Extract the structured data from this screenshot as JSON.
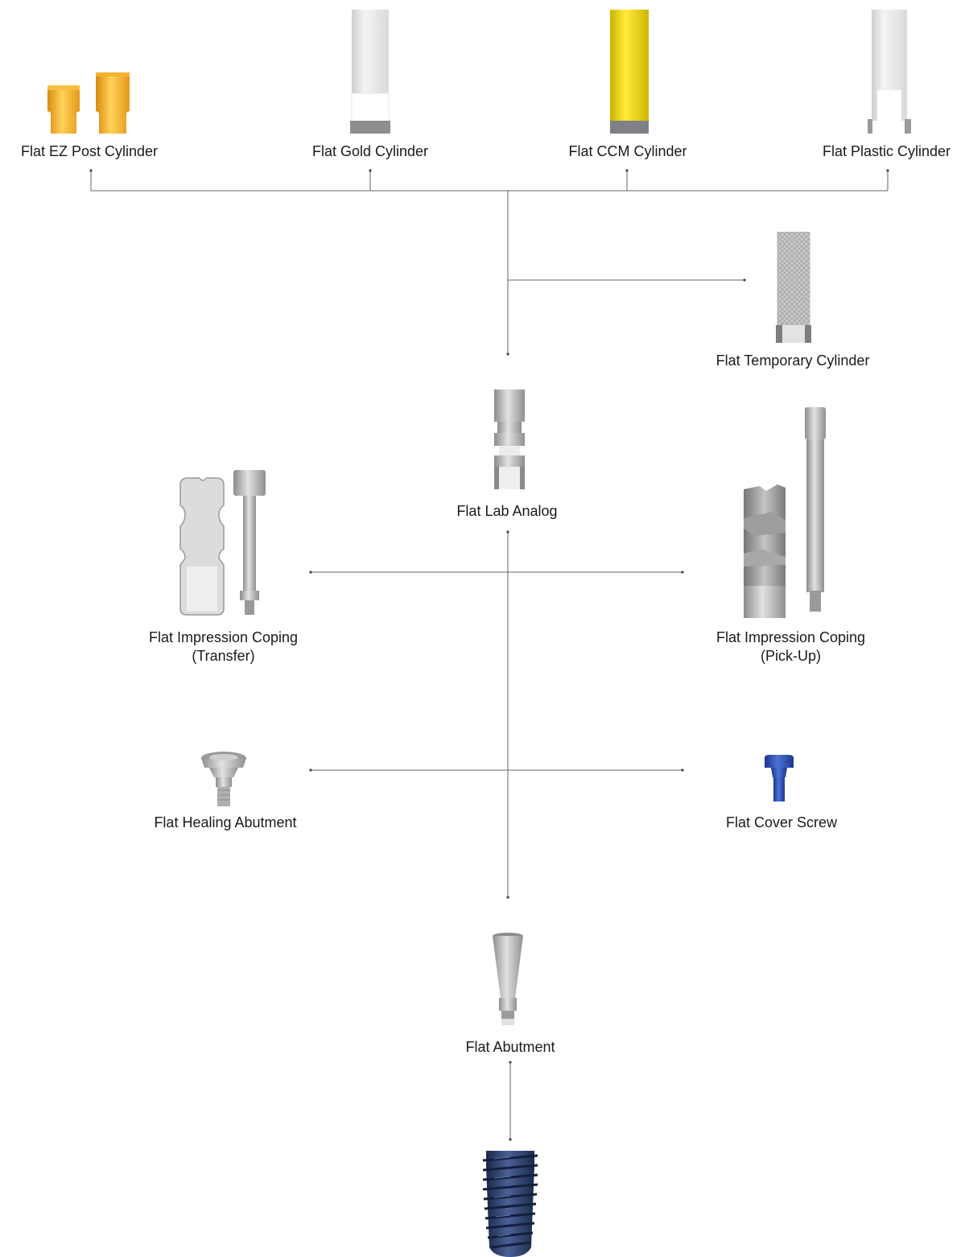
{
  "labels": {
    "ez_post_cylinder": "Flat EZ Post Cylinder",
    "gold_cylinder": "Flat Gold Cylinder",
    "ccm_cylinder": "Flat CCM Cylinder",
    "plastic_cylinder": "Flat Plastic Cylinder",
    "temporary_cylinder": "Flat Temporary Cylinder",
    "lab_analog": "Flat Lab Analog",
    "impression_coping_transfer": {
      "line1": "Flat Impression Coping",
      "line2": "(Transfer)"
    },
    "impression_coping_pickup": {
      "line1": "Flat Impression Coping",
      "line2": "(Pick-Up)"
    },
    "healing_abutment": "Flat Healing Abutment",
    "cover_screw": "Flat Cover Screw",
    "abutment": "Flat Abutment"
  },
  "images": {
    "ez_post_cylinder": "gold cylinder pair",
    "gold_cylinder": "white cylinder",
    "ccm_cylinder": "yellow cylinder",
    "plastic_cylinder": "clear cylinder",
    "temporary_cylinder": "textured titanium cylinder",
    "lab_analog": "lab analog",
    "impression_coping_transfer": "transfer coping with screw",
    "impression_coping_pickup": "pick-up coping with screw",
    "healing_abutment": "healing abutment",
    "cover_screw": "blue cover screw",
    "abutment": "tapered abutment",
    "implant": "threaded blue implant"
  },
  "colors": {
    "line": "#555555",
    "gold": "#f2a928",
    "yellow": "#e9d400",
    "titanium": "#b8b8b8",
    "blue": "#2a4aa8",
    "implant": "#2e3f66"
  }
}
